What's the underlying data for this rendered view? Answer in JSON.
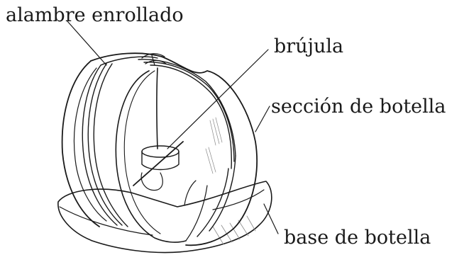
{
  "labels": {
    "coiled_wire": "alambre enrollado",
    "compass": "brújula",
    "bottle_section": "sección de botella",
    "bottle_base": "base de botella"
  },
  "colors": {
    "ink": "#1a1a1a",
    "shade": "#8a8a8a",
    "paper": "#ffffff"
  }
}
